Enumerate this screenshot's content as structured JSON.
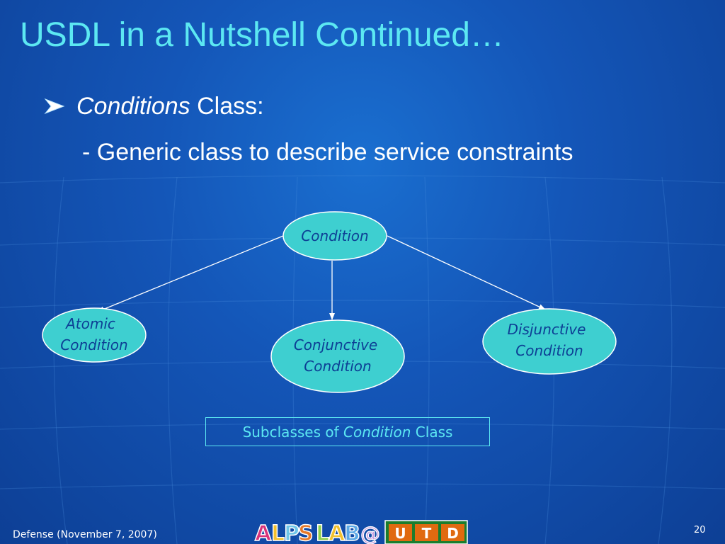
{
  "slide": {
    "title": "USDL in a Nutshell Continued…",
    "bullet": {
      "emphasis": "Conditions",
      "rest": " Class:"
    },
    "sub_point": "- Generic class to describe service constraints",
    "footer": "Defense (November 7, 2007)",
    "page_number": "20"
  },
  "diagram": {
    "root": "Condition",
    "children": [
      {
        "line1": "Atomic",
        "line2": "Condition"
      },
      {
        "line1": "Conjunctive",
        "line2": "Condition"
      },
      {
        "line1": "Disjunctive",
        "line2": "Condition"
      }
    ],
    "caption": {
      "prefix": "Subclasses of ",
      "emphasis": "Condition",
      "suffix": " Class"
    }
  },
  "logo": {
    "letters": [
      "A",
      "L",
      "P",
      "S",
      "L",
      "A",
      "B",
      "@"
    ],
    "utd": [
      "U",
      "T",
      "D"
    ]
  },
  "colors": {
    "background": "#1456b8",
    "title": "#5ce8f2",
    "node_fill": "#3ecfd0",
    "node_text": "#0d3f95",
    "caption": "#5ce8f2",
    "utd_orange": "#e06a10",
    "utd_green": "#1a7d2e"
  }
}
